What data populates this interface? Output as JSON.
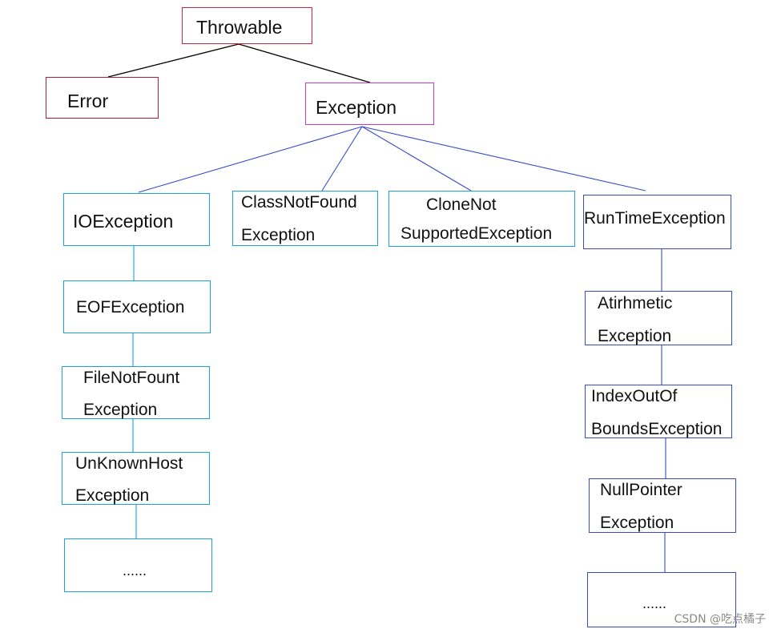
{
  "colors": {
    "root_border": "#d4263a",
    "error_border": "#b01e3c",
    "exception_border": "#c33bc3",
    "io_branch_border": "#1aa3dd",
    "runtime_branch_border": "#3a4bc8",
    "root_edge": "#000000",
    "exception_edge": "#3a4bc8",
    "io_edge": "#1aa3dd",
    "runtime_edge": "#3a4bc8"
  },
  "nodes": {
    "throwable": {
      "line1": "Throwable"
    },
    "error": {
      "line1": "Error"
    },
    "exception": {
      "line1": "Exception"
    },
    "ioexception": {
      "line1": "IOException"
    },
    "classnotfound": {
      "line1": "ClassNotFound",
      "line2": "Exception"
    },
    "clonenotsupported": {
      "line1": "CloneNot",
      "line2": "SupportedException"
    },
    "runtime": {
      "line1": "RunTimeException"
    },
    "eof": {
      "line1": "EOFException"
    },
    "filenotfound": {
      "line1": "FileNotFount",
      "line2": "Exception"
    },
    "unknownhost": {
      "line1": "UnKnownHost",
      "line2": "Exception"
    },
    "io_more": {
      "line1": "......"
    },
    "arithmetic": {
      "line1": "Atirhmetic",
      "line2": "Exception"
    },
    "indexoutofbounds": {
      "line1": "IndexOutOf",
      "line2": "BoundsException"
    },
    "nullpointer": {
      "line1": "NullPointer",
      "line2": "Exception"
    },
    "runtime_more": {
      "line1": "......"
    }
  },
  "watermark": "CSDN @吃点橘子"
}
